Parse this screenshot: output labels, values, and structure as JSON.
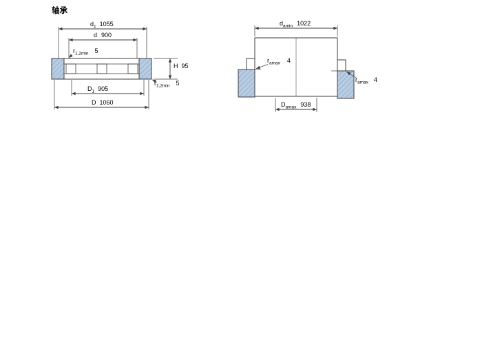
{
  "title": "轴承",
  "colors": {
    "background": "#ffffff",
    "text": "#000000",
    "line": "#3c3c3c",
    "hatch_fill": "#b7cde4",
    "hatch_line": "#7d98b4"
  },
  "left_figure": {
    "dim_d1": {
      "base": "d",
      "sub": "1",
      "value": "1055"
    },
    "dim_d": {
      "base": "d",
      "value": "900"
    },
    "dim_r_top": {
      "base": "r",
      "sub": "1,2min",
      "value": "5"
    },
    "dim_H": {
      "base": "H",
      "value": "95"
    },
    "dim_r_bottom": {
      "base": "r",
      "sub": "1,2min",
      "value": "5"
    },
    "dim_D1": {
      "base": "D",
      "sub": "1",
      "value": "905"
    },
    "dim_D": {
      "base": "D",
      "value": "1060"
    }
  },
  "right_figure": {
    "dim_damin": {
      "base": "d",
      "sub": "amin",
      "value": "1022"
    },
    "dim_ramax_left": {
      "base": "r",
      "sub": "amax",
      "value": "4"
    },
    "dim_ramax_right": {
      "base": "r",
      "sub": "amax",
      "value": "4"
    },
    "dim_Damax": {
      "base": "D",
      "sub": "amax",
      "value": "938"
    }
  }
}
